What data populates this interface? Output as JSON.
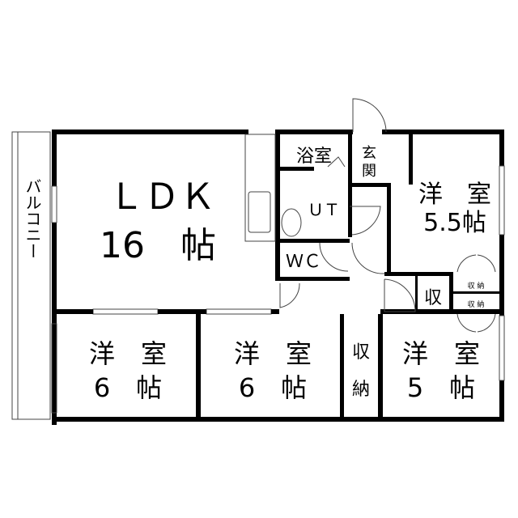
{
  "rooms": {
    "ldk": {
      "name": "ＬＤＫ",
      "size": "16　帖"
    },
    "bath": {
      "name": "浴室"
    },
    "entrance": {
      "name_top": "玄",
      "name_bottom": "関"
    },
    "ut": {
      "name": "ＵＴ"
    },
    "wc": {
      "name": "ＷＣ"
    },
    "western_55": {
      "name": "洋　室",
      "size": "5.5帖"
    },
    "storage_small": {
      "name": "収"
    },
    "closet_a": {
      "name": "収 納"
    },
    "closet_b": {
      "name": "収 納"
    },
    "western_6a": {
      "name": "洋　室",
      "size": "6　帖"
    },
    "western_6b": {
      "name": "洋　室",
      "size": "6　帖"
    },
    "closet_tall": {
      "name_top": "収",
      "name_bottom": "納"
    },
    "western_5": {
      "name": "洋　室",
      "size": "5　帖"
    },
    "balcony": {
      "name": "バルコニー"
    }
  },
  "colors": {
    "wall": "#000000",
    "line": "#444444"
  }
}
